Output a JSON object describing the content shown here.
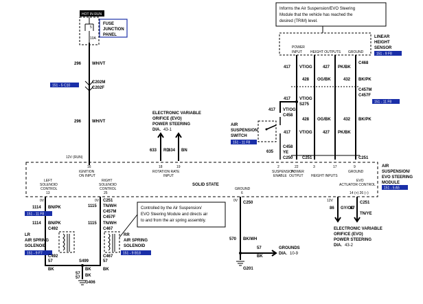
{
  "hot_in_run": "HOT IN RUN",
  "fuse_num": "5",
  "fuse_amp": "10A",
  "fuse_panel": [
    "FUSE",
    "JUNCTION",
    "PANEL"
  ],
  "wire_296_a": "296",
  "wire_296_a_color": "WH/VT",
  "ref_151_5_c10": "151 - 5 C10",
  "c202m": "C202M",
  "c202f": "C202F",
  "wire_296_b": "296",
  "wire_296_b_color": "WH/VT",
  "label_12v_run": "12V (RUN)",
  "callout_top": [
    "Informs the Air Suspension/EVO Steering",
    "Module that the vehicle has reached the",
    "desired (TRIM) level."
  ],
  "lhs": {
    "title": [
      "LINEAR",
      "HEIGHT",
      "SENSOR"
    ],
    "ref": "151 - 9 F8",
    "power_input": [
      "POWER",
      "INPUT"
    ],
    "height_outputs": "HEIGHT OUTPUTS",
    "ground": "GROUND",
    "c468": "C468",
    "c457m": "C457M",
    "c457f": "C457F"
  },
  "wires_upper": {
    "w417": "417",
    "c417": "VT/OG",
    "w428": "428",
    "c428": "OG/BK",
    "w427": "427",
    "c427": "PK/BK",
    "w432": "432",
    "c432": "BK/PK"
  },
  "ref_151_11_f8": "151 - 11 F8",
  "evo_top": {
    "title": [
      "ELECTRONIC VARIABLE",
      "ORIFICE (EVO)",
      "POWER STEERING"
    ],
    "dia": "DIA.",
    "dia_num": "43-1",
    "w633": "633",
    "c633": "RD",
    "w634": "634",
    "c634": "BN"
  },
  "s275": "S275",
  "c458": "C458",
  "switch": {
    "title": [
      "AIR",
      "SUSPENSION",
      "SWITCH"
    ],
    "ref": "151 - 11 F8",
    "w417": "417",
    "c417": "VT/OG",
    "w635": "635",
    "c635": "YE",
    "c458b": "C458",
    "c250": "C250"
  },
  "wires_mid": {
    "w417": "417",
    "c417": "VT/OG",
    "w428": "428",
    "c428": "OG/BK",
    "w427": "427",
    "c427": "PK/BK",
    "w432": "432",
    "c432": "BK/PK"
  },
  "c251_top": "C251",
  "c251_top2": "C251",
  "module": {
    "title": [
      "AIR",
      "SUSPENSION/",
      "EVO STEERING",
      "MODULE"
    ],
    "ref": "151 - 5 A5",
    "solid_state": "SOLID STATE",
    "pin16": "16",
    "pin16_lbl": [
      "IGNITION",
      "ON INPUT"
    ],
    "pin18": "18",
    "pin19": "19",
    "rot_rate": [
      "ROTATION   RATE",
      "INPUT"
    ],
    "pin2": "2",
    "pin22": "22",
    "pin3": "3",
    "pin17": "17",
    "pin9": "9",
    "susp_enable": [
      "SUSPENSION",
      "ENABLE"
    ],
    "power_output": [
      "POWER",
      "OUTPUT"
    ],
    "height_inputs": "HEIGHT INPUTS",
    "ground9": "GROUND",
    "left_sol": [
      "LEFT",
      "SOLENOID",
      "CONTROL",
      "13"
    ],
    "right_sol": [
      "RIGHT",
      "SOLENOID",
      "CONTROL",
      "25"
    ],
    "ground6": [
      "GROUND",
      "6"
    ],
    "evo_act": [
      "EVO",
      "ACTUATOR CONTROL",
      "14 (+)   26 (–)"
    ]
  },
  "left_sol": {
    "w1114a": "1114",
    "c1114a": "BN/PK",
    "ref": "151 - 11 F8",
    "w1114b": "1114",
    "c1114b": "BN/PK",
    "c492": "C492",
    "title": [
      "LR",
      "AIR SPRING",
      "SOLENOID"
    ],
    "ref2": "151 - 9 F7",
    "c492b": "C492",
    "w57a": "57",
    "c57a": "BK",
    "s499": "S499",
    "w57c": "57",
    "c57c": "BK",
    "w57d": "57",
    "c57d": "BK",
    "g406": "G406"
  },
  "right_sol": {
    "c251": "C251",
    "w1115a": "1115",
    "c1115a": "TN/WH",
    "c457m": "C457M",
    "c457f": "C457F",
    "w1115b": "1115",
    "c1115b": "TN/WH",
    "c467": "C467",
    "title": [
      "RR",
      "AIR SPRING",
      "SOLENOID"
    ],
    "ref": "151 - 9 B18",
    "c467b": "C467",
    "w57b": "57",
    "c57b": "BK"
  },
  "callout_mid": [
    "Controlled by the Air Suspension/",
    "EVO Steering Module and directs air",
    "to and from the air spring assembly."
  ],
  "ground_wire": {
    "c250": "C250",
    "w570": "570",
    "c570": "BK/WH",
    "w57": "57",
    "c57": "BK",
    "g201": "G201",
    "grounds": "GROUNDS",
    "dia": "DIA.",
    "dia_num": "10-9"
  },
  "evo_right": {
    "w86": "86",
    "c86": "GY/OG",
    "w87": "87",
    "c87": "TN/YE",
    "c251": "C251",
    "title": [
      "ELECTRONIC VARIABLE",
      "ORIFICE (EVO)",
      "POWER STEERING"
    ],
    "dia": "DIA.",
    "dia_num": "43-2"
  },
  "label_0v_a": "0V",
  "label_0v_b": "0V",
  "label_0v_c": "0V",
  "label_12v_b": "12V"
}
